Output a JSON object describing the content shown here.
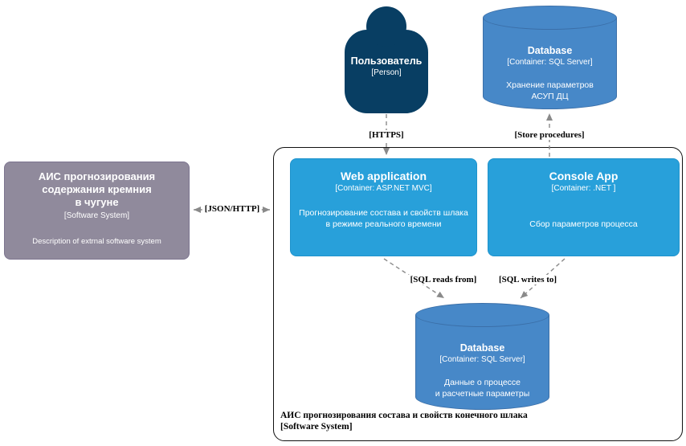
{
  "colors": {
    "person_fill": "#083e63",
    "container_fill": "#28a0da",
    "container_border": "#1e93cc",
    "db_fill": "#4788c8",
    "db_border": "#3b6fa8",
    "external_fill": "#908a9c",
    "external_border": "#7d7590",
    "edge_color": "#8a8a8a"
  },
  "external_system": {
    "title_lines": [
      "АИС прогнозирования",
      "содержания кремния",
      "в чугуне"
    ],
    "type_label": "[Software System]",
    "description": "Description of extrnal software system"
  },
  "person": {
    "name": "Пользователь",
    "type_label": "[Person]"
  },
  "asup_db": {
    "name": "Database",
    "type_label": "[Container: SQL Server]",
    "description_lines": [
      "Хранение параметров",
      "АСУП ДЦ"
    ]
  },
  "boundary": {
    "title": "АИС прогнозирования состава и свойств конечного шлака",
    "type_label": "[Software System]"
  },
  "web_app": {
    "name": "Web application",
    "type_label": "[Container: ASP.NET MVC]",
    "description_lines": [
      "Прогнозирование состава и свойств шлака",
      "в режиме реального времени"
    ]
  },
  "console_app": {
    "name": "Console App",
    "type_label": "[Container: .NET ]",
    "description_lines": [
      "Сбор параметров процесса"
    ]
  },
  "system_db": {
    "name": "Database",
    "type_label": "[Container: SQL Server]",
    "description_lines": [
      "Данные о процессе",
      "и расчетные параметры"
    ]
  },
  "edges": {
    "https": "[HTTPS]",
    "store_procedures": "[Store procedures]",
    "json_http": "[JSON/HTTP]",
    "sql_reads": "[SQL reads from]",
    "sql_writes": "[SQL writes to]"
  }
}
